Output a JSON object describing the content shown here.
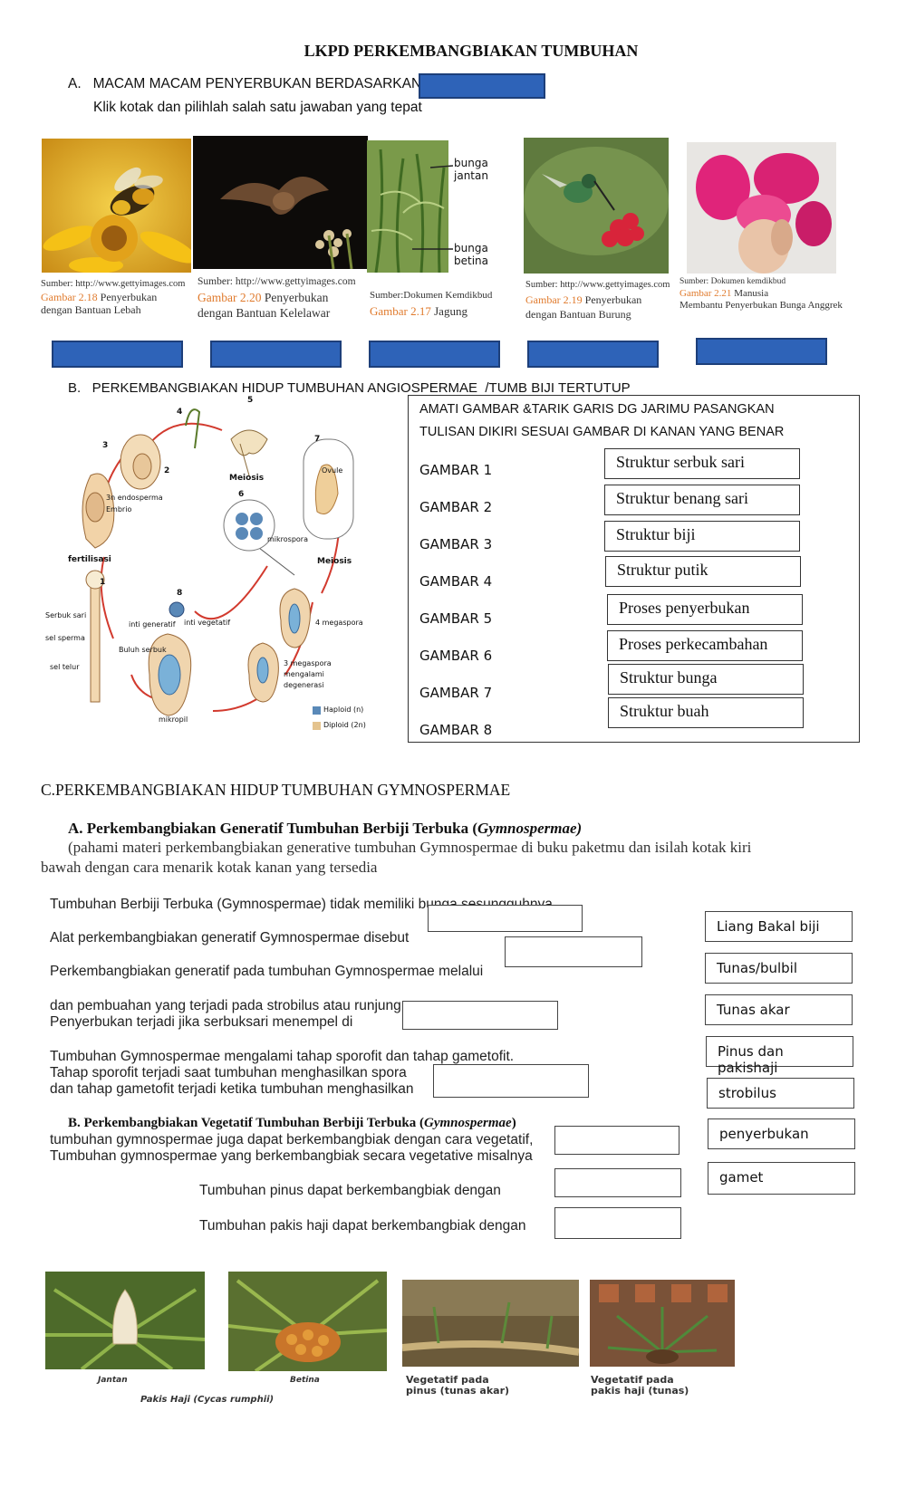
{
  "title": "LKPD PERKEMBANGBIAKAN TUMBUHAN",
  "sectionA": {
    "heading": "A.   MACAM MACAM PENYERBUKAN BERDASARKAN",
    "instruction": "Klik kotak dan pilihlah salah satu jawaban yang tepat",
    "images": [
      {
        "source": "Sumber: http://www.gettyimages.com",
        "fig": "Gambar 2.18",
        "caption1": "Penyerbukan",
        "caption2": "dengan Bantuan Lebah"
      },
      {
        "source": "Sumber: http://www.gettyimages.com",
        "fig": "Gambar 2.20",
        "caption1": "Penyerbukan",
        "caption2": "dengan Bantuan Kelelawar"
      },
      {
        "source": "Sumber:Dokumen Kemdikbud",
        "fig": "Gambar 2.17",
        "caption1": "Jagung",
        "caption2": ""
      },
      {
        "source": "Sumber: http://www.gettyimages.com",
        "fig": "Gambar 2.19",
        "caption1": "Penyerbukan",
        "caption2": "dengan Bantuan Burung"
      },
      {
        "source": "Sumber: Dokumen kemdikbud",
        "fig": "Gambar 2.21",
        "caption1": "Manusia",
        "caption2": "Membantu Penyerbukan Bunga Anggrek"
      }
    ],
    "corn_labels": {
      "top": "bunga jantan",
      "bottom": "bunga betina"
    }
  },
  "sectionB": {
    "heading": "B.   PERKEMBANGBIAKAN HIDUP TUMBUHAN ANGIOSPERMAE  /TUMB BIJI TERTUTUP",
    "instruction1": "AMATI GAMBAR &TARIK GARIS  DG JARIMU PASANGKAN",
    "instruction2": "TULISAN DIKIRI SESUAI GAMBAR DI KANAN YANG BENAR",
    "gambar": [
      "GAMBAR 1",
      "GAMBAR 2",
      "GAMBAR 3",
      "GAMBAR 4",
      "GAMBAR 5",
      "GAMBAR 6",
      "GAMBAR 7",
      "GAMBAR 8"
    ],
    "options": [
      "Struktur serbuk sari",
      "Struktur benang sari",
      "Struktur biji",
      "Struktur putik",
      "Proses penyerbukan",
      "Proses perkecambahan",
      "Struktur bunga",
      "Struktur buah"
    ],
    "diagram": {
      "labels": {
        "n1": "1",
        "n2": "2",
        "n3": "3",
        "n4": "4",
        "n5": "5",
        "n6": "6",
        "n7": "7",
        "n8": "8",
        "endosperm": "3n endosperma",
        "embrio": "Embrio",
        "meiosis1": "Meiosis",
        "ovule": "Ovule",
        "mikrospora": "mikrospora",
        "meiosis2": "Meiosis",
        "fertilisasi": "fertilisasi",
        "serbuk": "Serbuk sari",
        "sperma": "sel sperma",
        "buluh": "Buluh serbuk",
        "telur": "sel telur",
        "inti_gen": "inti generatif",
        "inti_veg": "inti vegetatif",
        "megaspora4": "4 megaspora",
        "megaspora3a": "3 megaspora",
        "megaspora3b": "mengalami",
        "megaspora3c": "degenerasi",
        "mikropil": "mikropil",
        "haploid": "Haploid (n)",
        "diploid": "Diploid (2n)"
      }
    }
  },
  "sectionC": {
    "heading": "C.PERKEMBANGBIAKAN HIDUP TUMBUHAN GYMNOSPERMAE",
    "subA_prefix": "A. Perkembangbiakan Generatif Tumbuhan Berbiji Terbuka (",
    "subA_italic": "Gymnospermae)",
    "instr1": "(pahami materi perkembangbiakan generative tumbuhan Gymnospermae di buku paketmu dan isilah kotak kiri",
    "instr2": "bawah dengan cara menarik kotak kanan  yang tersedia",
    "questions": {
      "q1": "Tumbuhan Berbiji Terbuka (Gymnospermae) tidak memiliki bunga sesungguhnya",
      "q2": "Alat perkembangbiakan generatif Gymnospermae disebut",
      "q3": "Perkembangbiakan generatif pada tumbuhan Gymnospermae melalui",
      "q4a": "dan pembuahan yang terjadi pada strobilus atau runjung",
      "q4b": "Penyerbukan terjadi jika  serbuksari menempel di",
      "q5a": "Tumbuhan Gymnospermae mengalami tahap sporofit dan tahap gametofit.",
      "q5b": "Tahap sporofit terjadi saat tumbuhan menghasilkan  spora",
      "q5c": "dan tahap gametofit terjadi ketika tumbuhan menghasilkan",
      "subB_prefix": "B. Perkembangbiakan Vegetatif Tumbuhan Berbiji Terbuka (",
      "subB_italic": "Gymnospermae",
      "subB_suffix": ")",
      "q6a": "tumbuhan gymnospermae juga dapat berkembangbiak dengan cara vegetatif,",
      "q6b": "Tumbuhan gymnospermae yang berkembangbiak secara vegetative misalnya",
      "q7": "Tumbuhan pinus dapat berkembangbiak dengan",
      "q8": "Tumbuhan pakis haji dapat berkembangbiak dengan"
    },
    "answers": [
      "Liang Bakal biji",
      "Tunas/bulbil",
      "Tunas akar",
      "Pinus dan pakishaji",
      "strobilus",
      "penyerbukan",
      "gamet"
    ],
    "photo_captions": {
      "jantan": "Jantan",
      "betina": "Betina",
      "pakis": "Pakis Haji (Cycas rumphii)",
      "veg_pinus1": "Vegetatif pada",
      "veg_pinus2": "pinus (tunas akar)",
      "veg_pakis1": "Vegetatif pada",
      "veg_pakis2": "pakis haji (tunas)"
    }
  },
  "colors": {
    "answer_box": "#2e63b8",
    "caption_accent": "#e07a2c"
  }
}
